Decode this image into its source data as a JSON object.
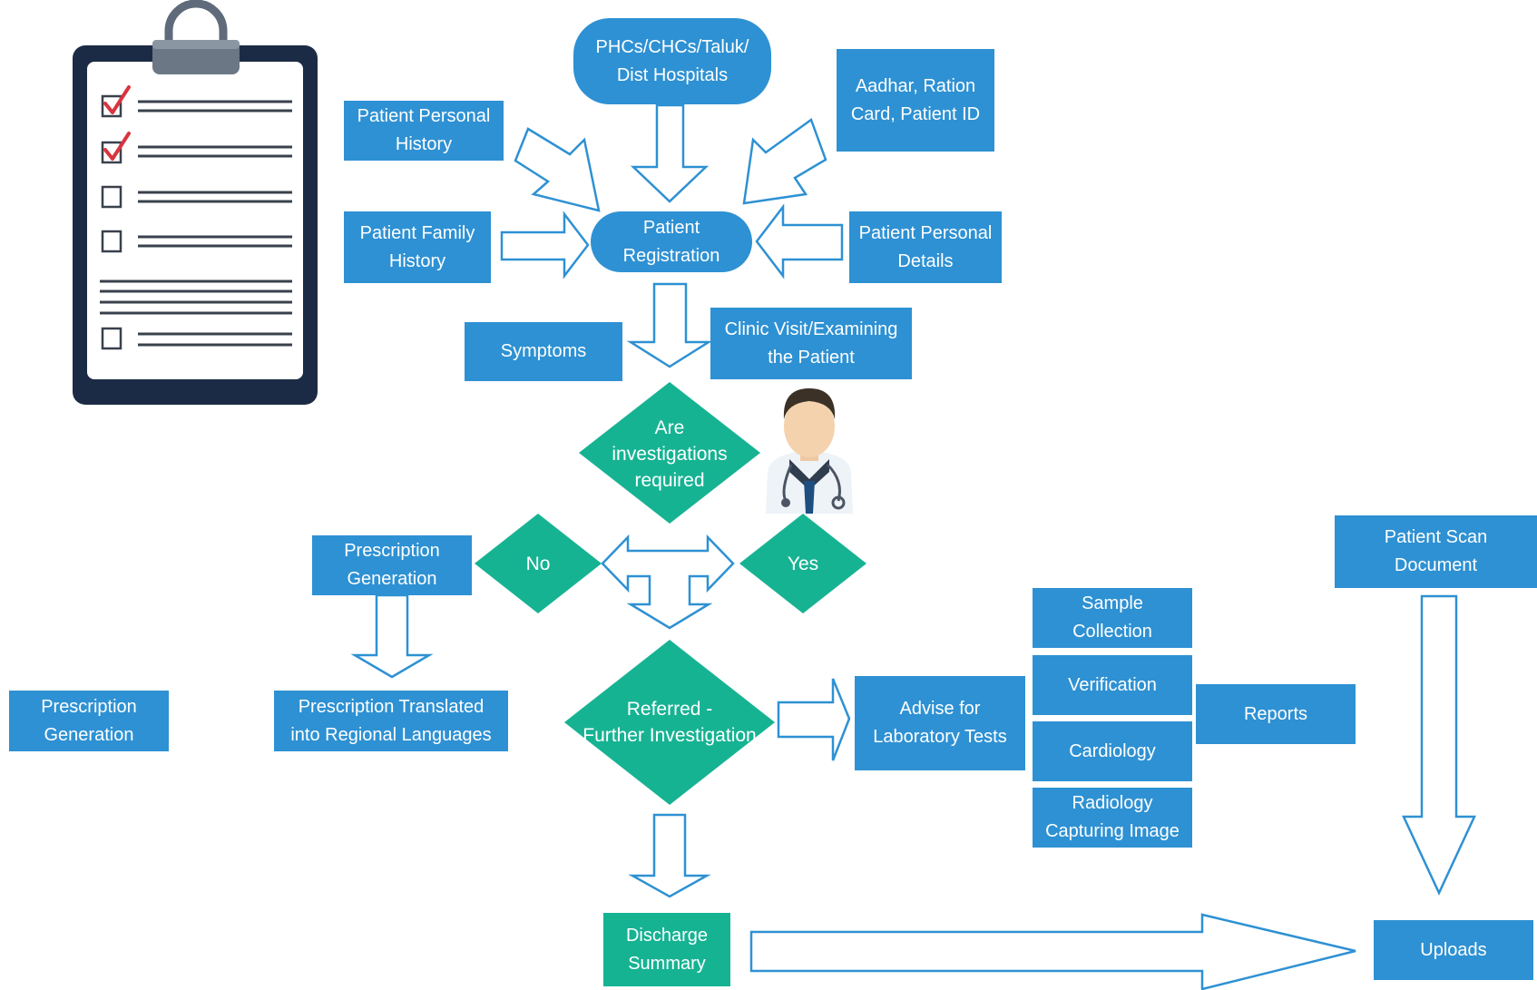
{
  "nodes": {
    "hospitals": "PHCs/CHCs/Taluk/\nDist Hospitals",
    "aadhar": "Aadhar, Ration\nCard, Patient ID",
    "personal_history": "Patient Personal\nHistory",
    "family_history": "Patient Family\nHistory",
    "registration": "Patient\nRegistration",
    "personal_details": "Patient Personal\nDetails",
    "symptoms": "Symptoms",
    "clinic_visit": "Clinic Visit/Examining\nthe Patient",
    "decision_investigations": "Are\ninvestigations\nrequired",
    "no": "No",
    "yes": "Yes",
    "prescription_generation_mid": "Prescription\nGeneration",
    "prescription_generation_left": "Prescription\nGeneration",
    "prescription_translated": "Prescription Translated\ninto Regional Languages",
    "referred": "Referred -\nFurther  Investigation",
    "advise_lab": "Advise for\nLaboratory Tests",
    "sample_collection": "Sample\nCollection",
    "verification": "Verification",
    "cardiology": "Cardiology",
    "radiology": "Radiology\nCapturing Image",
    "reports": "Reports",
    "patient_scan": "Patient Scan\nDocument",
    "discharge": "Discharge\nSummary",
    "uploads": "Uploads"
  },
  "icons": {
    "clipboard": "clipboard-checklist-icon",
    "doctor": "doctor-icon"
  },
  "colors": {
    "box_blue": "#2e91d3",
    "diamond_green": "#16b393",
    "arrow_stroke": "#2e91d3",
    "clipboard_frame": "#1c2b45"
  }
}
